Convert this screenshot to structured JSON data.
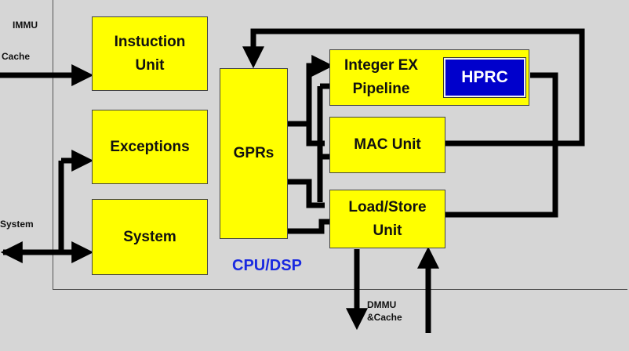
{
  "diagram": {
    "labels": {
      "immu": "IMMU",
      "cache": "Cache",
      "system_in": "System",
      "dmmu": "DMMU",
      "dmmu_cache": "&Cache",
      "cpu_dsp": "CPU/DSP"
    },
    "blocks": {
      "instruction_unit": [
        "Instuction",
        "Unit"
      ],
      "exceptions": "Exceptions",
      "system": "System",
      "gprs": "GPRs",
      "integer_ex": [
        "Integer EX",
        "Pipeline"
      ],
      "hprc": "HPRC",
      "mac_unit": "MAC Unit",
      "load_store": [
        "Load/Store",
        "Unit"
      ]
    },
    "colors": {
      "block_fill": "#ffff00",
      "hprc_fill": "#0000cc",
      "label_blue": "#1a2ae0",
      "wire": "#000000",
      "background": "#d6d6d6"
    }
  }
}
